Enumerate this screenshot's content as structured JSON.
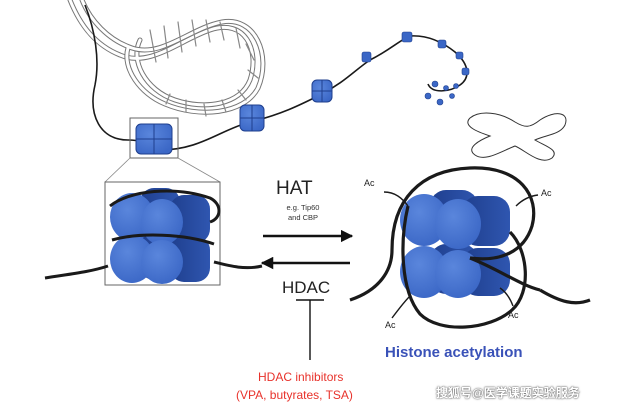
{
  "labels": {
    "hat": "HAT",
    "hat_example_line1": "e.g. Tip60",
    "hat_example_line2": "and CBP",
    "hdac": "HDAC",
    "inhibitors_line1": "HDAC inhibitors",
    "inhibitors_line2": "(VPA, butyrates, TSA)",
    "ac": "Ac",
    "histone_acetylation": "Histone acetylation"
  },
  "watermark": "搜狐号@医学课题实验服务",
  "colors": {
    "histone_blue": "#3b67c6",
    "histone_dark": "#1f3f8e",
    "dna_black": "#1a1a1a",
    "inhibitor_red": "#e8322b",
    "title_blue": "#3a52b8"
  }
}
